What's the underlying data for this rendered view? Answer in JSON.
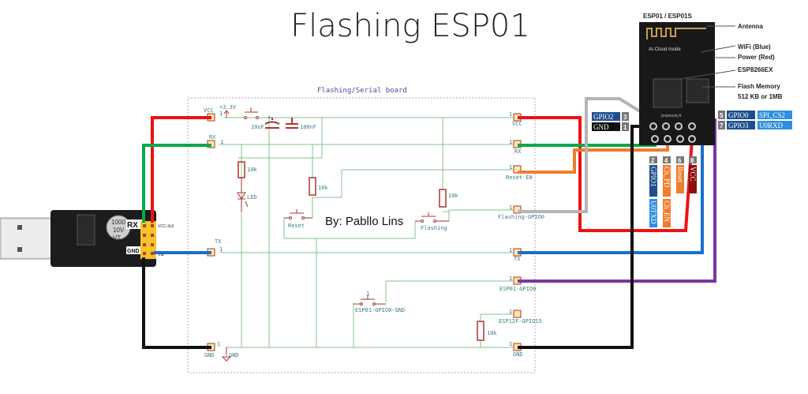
{
  "title": "Flashing ESP01",
  "board": {
    "title": "Flashing/Serial board",
    "author": "By: Pabllo Lins",
    "left_connectors": [
      {
        "name": "VCC",
        "pin": "1"
      },
      {
        "name": "RX",
        "pin": "1"
      },
      {
        "name": "TX",
        "pin": "1"
      },
      {
        "name": "GND",
        "pin": "1"
      }
    ],
    "right_connectors": [
      {
        "name": "VCC",
        "pin": "1"
      },
      {
        "name": "RX",
        "pin": "1"
      },
      {
        "name": "Reset-EN",
        "pin": "1"
      },
      {
        "name": "Flashing-GPIO0",
        "pin": "1"
      },
      {
        "name": "TX",
        "pin": "1"
      },
      {
        "name": "ESP01-GPIO0",
        "pin": "1"
      },
      {
        "name": "ESP12F-GPIO15",
        "pin": "1"
      },
      {
        "name": "GND",
        "pin": "1"
      }
    ],
    "components": {
      "power_label": "+3.3V",
      "gnd_label": "GND",
      "cap1": "10uF",
      "cap2": "100nF",
      "r_led": "10k",
      "led": "LED",
      "r_reset": "10k",
      "r_flash": "10k",
      "r_gpio15": "10k",
      "btn_reset": "Reset",
      "btn_flash": "Flashing",
      "btn_gpio0": "ESP01-GPIO0-GND",
      "btn_gpio0_pin": "1"
    }
  },
  "usb_adapter": {
    "cap_text": [
      "1000",
      "10V",
      "VT"
    ],
    "rx_label": "RX",
    "vcc_label": "VCC-3v3",
    "gnd_label": "GND",
    "tx_label": "TX"
  },
  "esp01": {
    "title": "ESP01 / ESP01S",
    "chip_text": "AI-Cloud inside",
    "site_text": "projetosty.fr",
    "callouts": [
      "Antenna",
      "WiFi (Blue)",
      "Power (Red)",
      "ESP8266EX",
      "Flash Memory",
      "512 KB or 1MB"
    ],
    "pins_left": [
      {
        "num": "3",
        "label": "GPIO2"
      },
      {
        "num": "1",
        "label": "GND"
      }
    ],
    "pins_right": [
      {
        "num": "5",
        "label": "GPIO0",
        "alt": "SPI_CS2"
      },
      {
        "num": "7",
        "label": "GPIO3",
        "alt": "U0RXD"
      }
    ],
    "pins_bottom": [
      {
        "num": "2",
        "label": "GPIO1",
        "alt": "U0TXD"
      },
      {
        "num": "4",
        "label": "Ch_PD",
        "alt": "Ch_EN"
      },
      {
        "num": "6",
        "label": "Reset"
      },
      {
        "num": "8",
        "label": "VCC"
      }
    ]
  },
  "wire_colors": {
    "vcc": "#ee1111",
    "rx": "#0aa84a",
    "tx": "#1a6fc9",
    "gnd": "#111111",
    "reset": "#ef7d2e",
    "gpio0_flash": "#b4b4b4",
    "gpio0_esp": "#7a35a8"
  }
}
